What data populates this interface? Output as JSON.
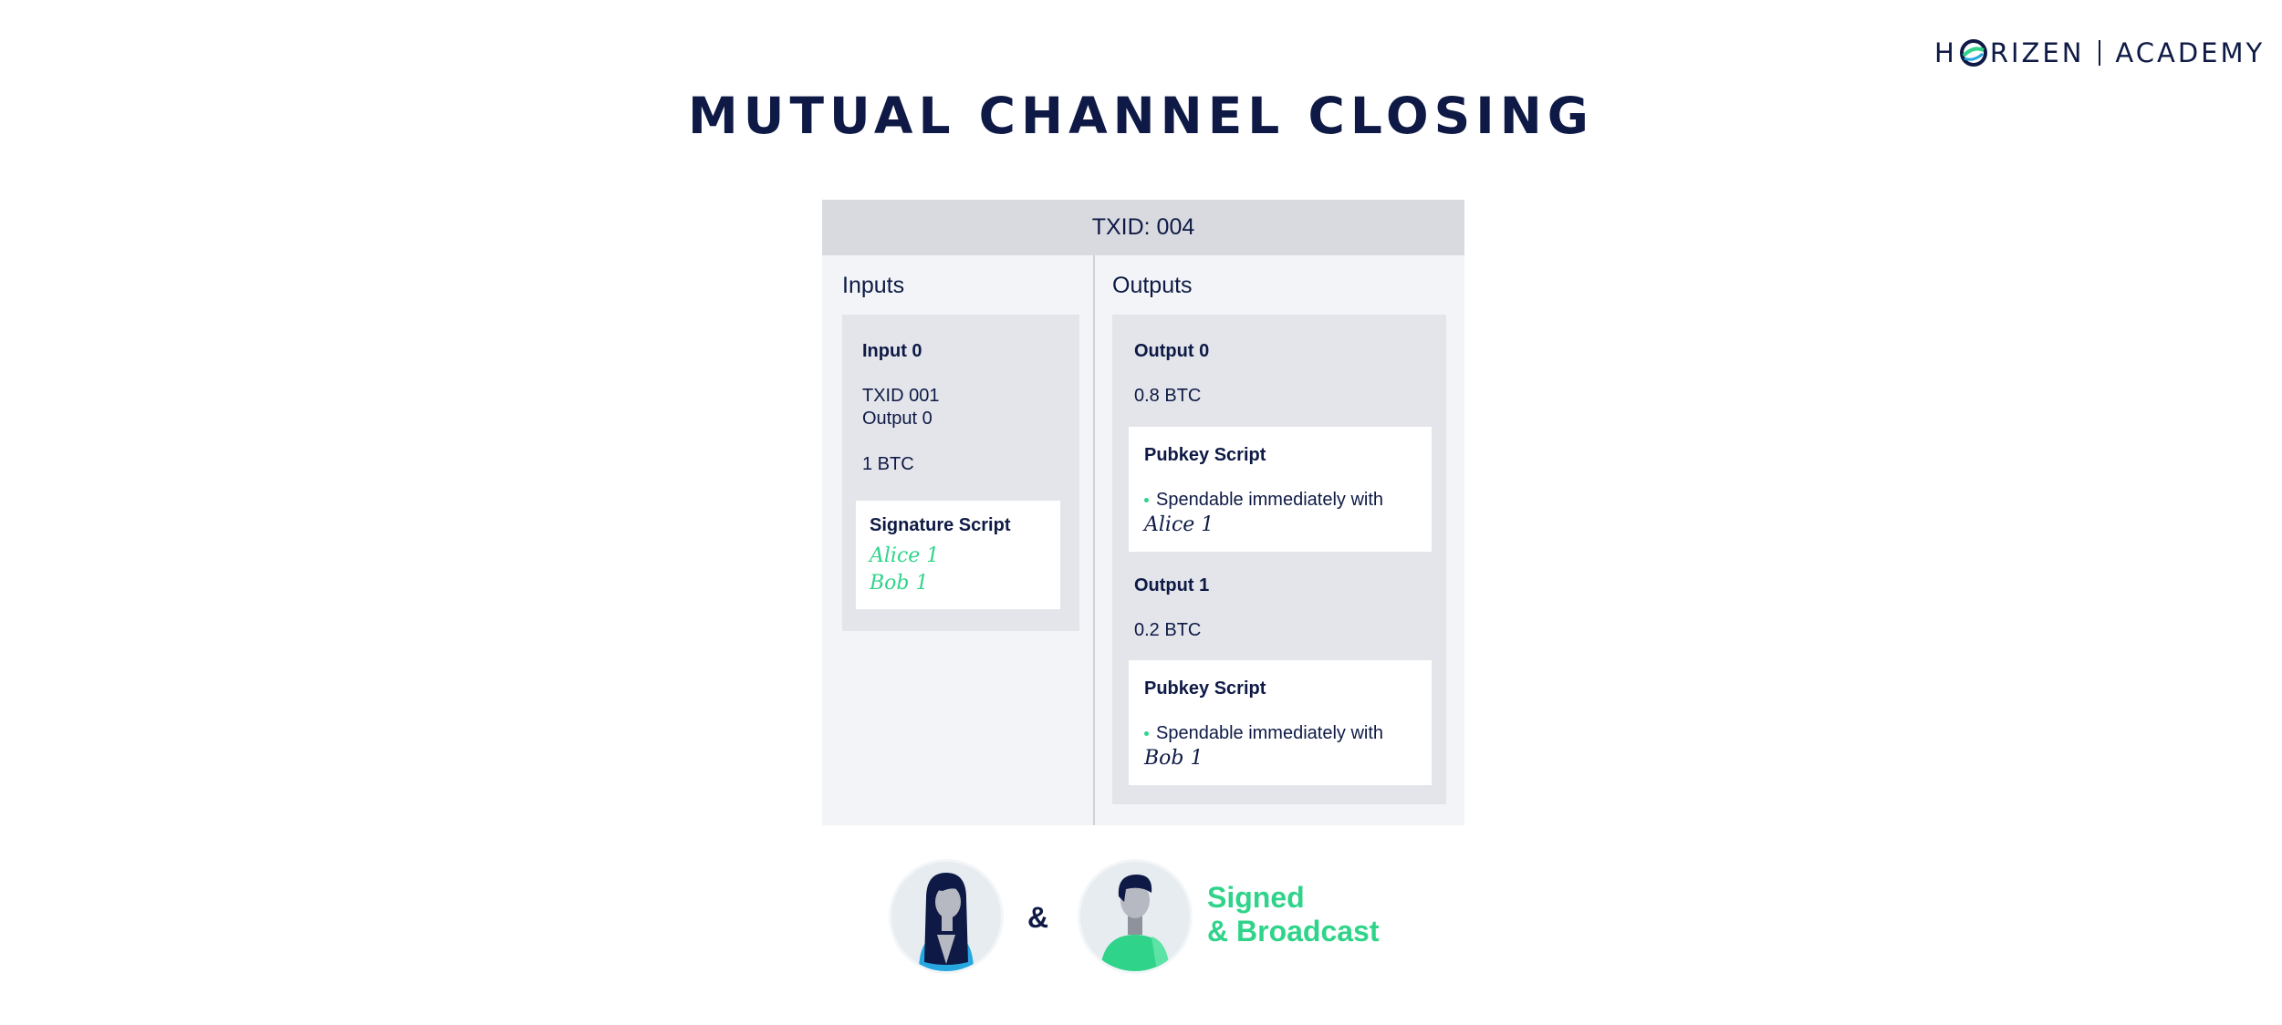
{
  "logo": {
    "brand_left": "H",
    "brand_right": "RIZEN",
    "academy": "ACADEMY"
  },
  "title": "MUTUAL CHANNEL CLOSING",
  "transaction": {
    "header": "TXID: 004",
    "inputs_label": "Inputs",
    "outputs_label": "Outputs",
    "input0": {
      "title": "Input 0",
      "txid": "TXID 001",
      "output_ref": "Output 0",
      "amount": "1 BTC",
      "sig_title": "Signature Script",
      "sig_line1": "Alice 1",
      "sig_line2": "Bob 1"
    },
    "output0": {
      "title": "Output 0",
      "amount": "0.8 BTC",
      "script_title": "Pubkey Script",
      "script_text": "Spendable immediately with",
      "script_key": "Alice 1"
    },
    "output1": {
      "title": "Output 1",
      "amount": "0.2 BTC",
      "script_title": "Pubkey Script",
      "script_text": "Spendable immediately with",
      "script_key": "Bob 1"
    }
  },
  "footer": {
    "ampersand": "&",
    "signed_line1": "Signed",
    "signed_line2": "& Broadcast"
  },
  "colors": {
    "navy": "#0e1a45",
    "green": "#2fd48a",
    "header_gray": "#d9dae0",
    "panel_gray": "#e3e5ea",
    "bg_gray": "#f2f4f7"
  }
}
